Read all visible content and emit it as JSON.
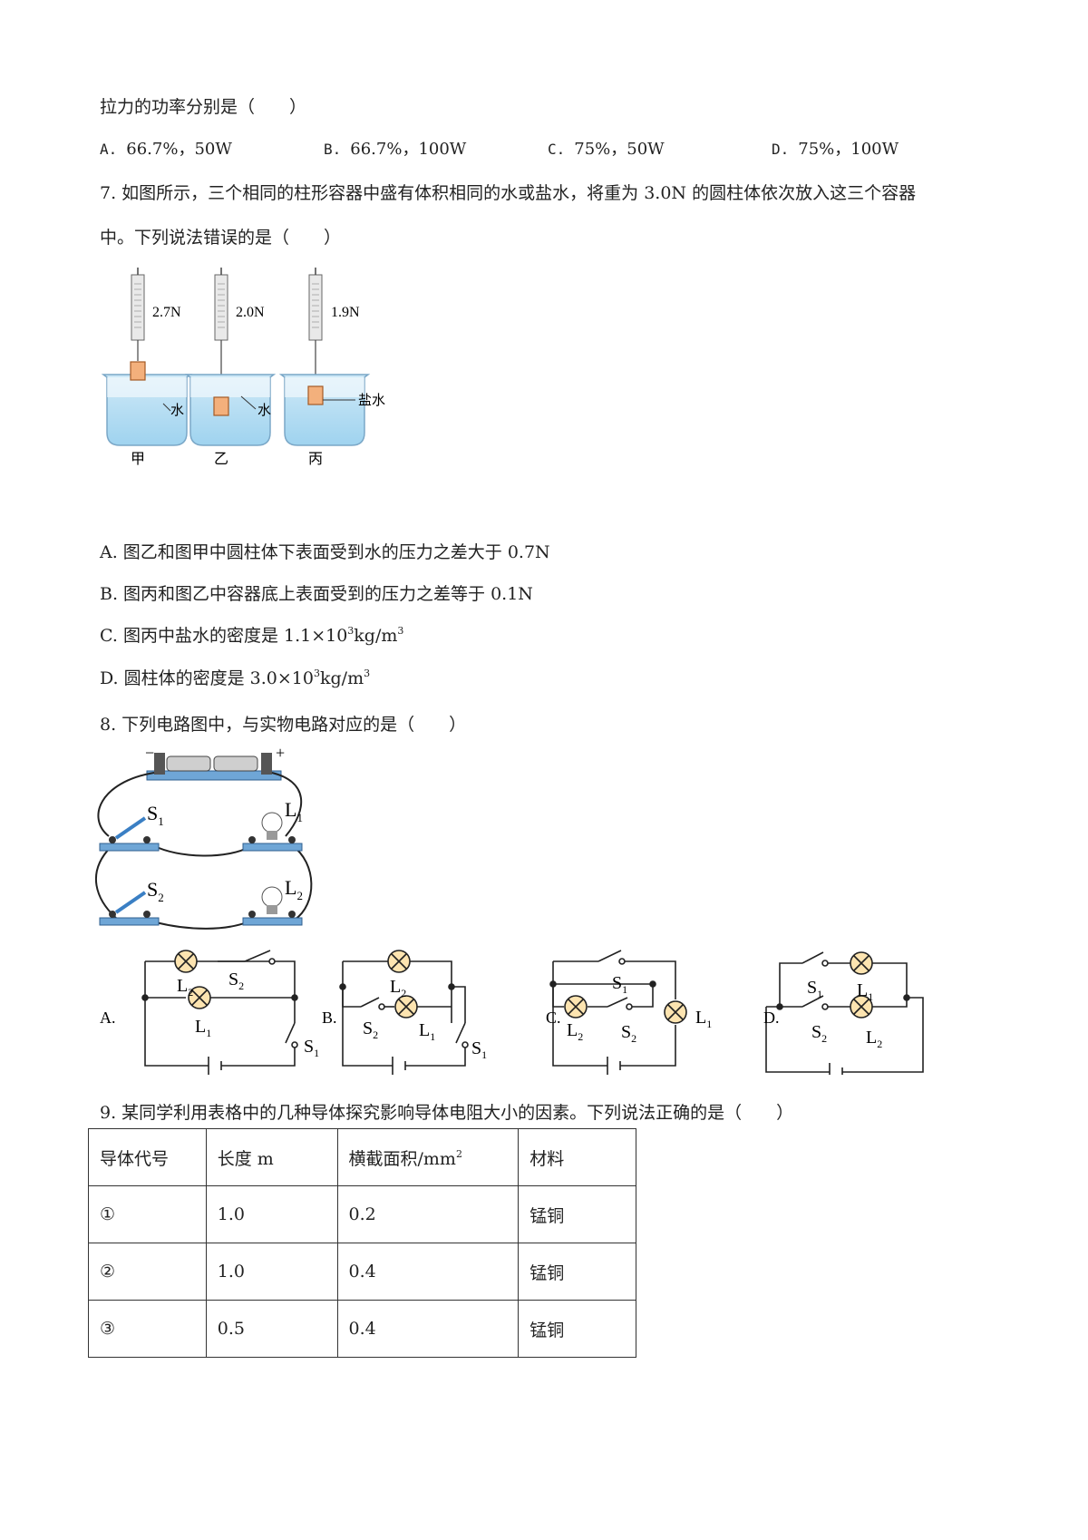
{
  "q6": {
    "tail": "拉力的功率分别是（　　）",
    "options": [
      {
        "label": "A.",
        "text": "66.7%，50W"
      },
      {
        "label": "B.",
        "text": "66.7%，100W"
      },
      {
        "label": "C.",
        "text": "75%，50W"
      },
      {
        "label": "D.",
        "text": "75%，100W"
      }
    ]
  },
  "q7": {
    "line1": "7. 如图所示，三个相同的柱形容器中盛有体积相同的水或盐水，将重为 3.0N 的圆柱体依次放入这三个容器",
    "line2": "中。下列说法错误的是（　　）",
    "figure": {
      "readings": [
        "2.7N",
        "2.0N",
        "1.9N"
      ],
      "liquids": [
        "水",
        "水",
        "盐水"
      ],
      "captions": [
        "甲",
        "乙",
        "丙"
      ]
    },
    "options": {
      "A": "A. 图乙和图甲中圆柱体下表面受到水的压力之差大于 0.7N",
      "B": "B. 图丙和图乙中容器底上表面受到的压力之差等于 0.1N",
      "C_pre": "C. 图丙中盐水的密度是 1.1×10",
      "C_exp": "3",
      "C_mid": "kg/m",
      "C_exp2": "3",
      "D_pre": "D. 圆柱体的密度是 3.0×10",
      "D_exp": "3",
      "D_mid": "kg/m",
      "D_exp2": "3"
    }
  },
  "q8": {
    "stem": "8. 下列电路图中，与实物电路对应的是（　　）",
    "physical": {
      "minus": "−",
      "plus": "+",
      "S1": "S",
      "S1_sub": "1",
      "S2": "S",
      "S2_sub": "2",
      "L1": "L",
      "L1_sub": "1",
      "L2": "L",
      "L2_sub": "2"
    },
    "option_letters": [
      "A.",
      "B.",
      "C.",
      "D."
    ]
  },
  "q9": {
    "stem": "9. 某同学利用表格中的几种导体探究影响导体电阻大小的因素。下列说法正确的是（　　）",
    "table": {
      "headers": [
        "导体代号",
        "长度 m",
        "横截面积/mm",
        "材料"
      ],
      "header_sup": "2",
      "rows": [
        [
          "①",
          "1.0",
          "0.2",
          "锰铜"
        ],
        [
          "②",
          "1.0",
          "0.4",
          "锰铜"
        ],
        [
          "③",
          "0.5",
          "0.4",
          "锰铜"
        ]
      ]
    }
  }
}
